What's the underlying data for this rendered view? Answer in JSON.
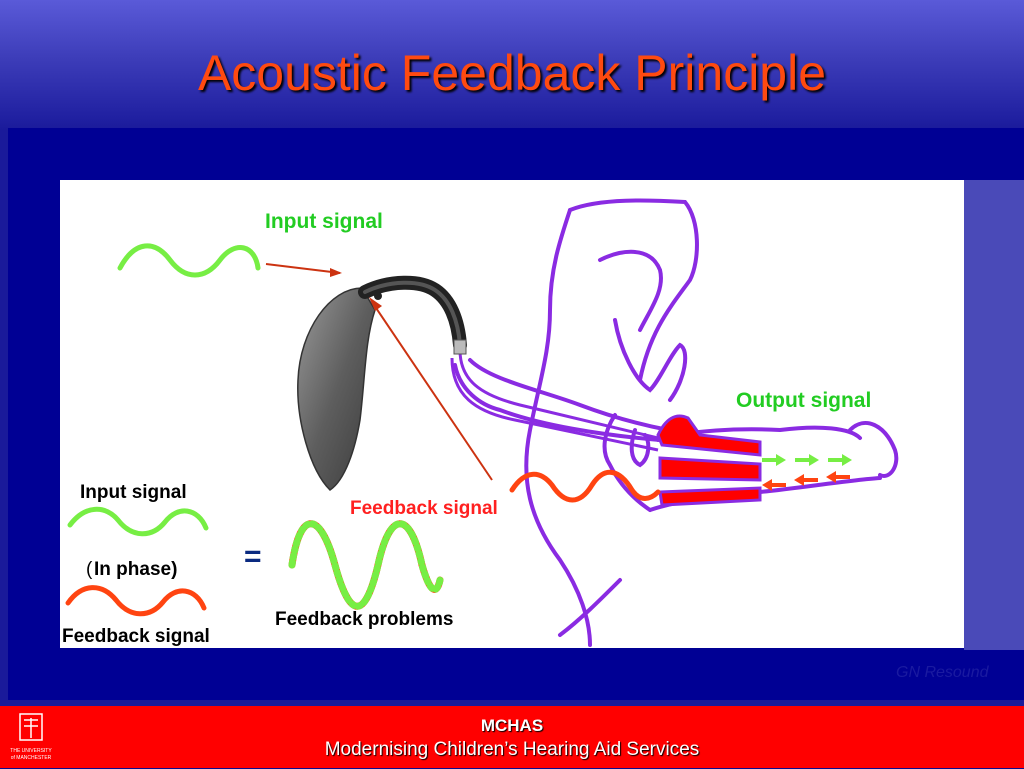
{
  "slide": {
    "title": "Acoustic Feedback Principle",
    "credit": "GN Resound"
  },
  "diagram": {
    "labels": {
      "input_signal_top": "Input signal",
      "output_signal": "Output signal",
      "feedback_signal_center": "Feedback signal",
      "input_signal_left": "Input signal",
      "in_phase_paren": "(",
      "in_phase": "In phase)",
      "feedback_signal_left": "Feedback signal",
      "equals": "=",
      "feedback_problems": "Feedback problems"
    },
    "colors": {
      "input_wave": "#77ee44",
      "feedback_wave": "#ff4411",
      "ear_outline": "#8a2be2",
      "earmould": "#ff0000",
      "arrow": "#cc3311"
    },
    "icons": [
      "sine-wave-icon",
      "hearing-aid-icon",
      "ear-icon"
    ]
  },
  "footer": {
    "org": "MCHAS",
    "subtitle": "Modernising Children’s Hearing Aid Services",
    "logo_lines": [
      "THE UNIVERSITY",
      "of MANCHESTER"
    ]
  }
}
